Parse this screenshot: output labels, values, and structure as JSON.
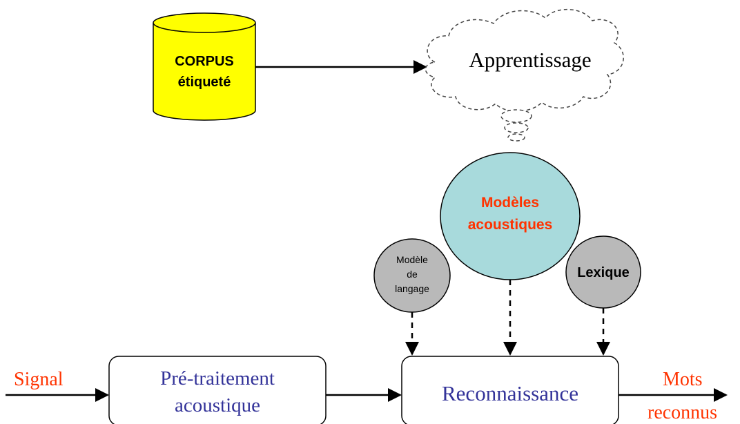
{
  "corpus": {
    "line1": "CORPUS",
    "line2": "étiqueté"
  },
  "apprentissage": {
    "label": "Apprentissage"
  },
  "modeles_acoustiques": {
    "line1": "Modèles",
    "line2": "acoustiques"
  },
  "modele_langage": {
    "line1": "Modèle",
    "line2": "de",
    "line3": "langage"
  },
  "lexique": {
    "label": "Lexique"
  },
  "signal": {
    "label": "Signal"
  },
  "pretraitement": {
    "line1": "Pré-traitement",
    "line2": "acoustique"
  },
  "reconnaissance": {
    "label": "Reconnaissance"
  },
  "mots": {
    "line1": "Mots",
    "line2": "reconnus"
  },
  "colors": {
    "cylinder_fill": "#ffff00",
    "circle_blue": "#a8dadc",
    "circle_gray": "#b9b9b9",
    "red_text": "#ff3300",
    "blue_text": "#333399",
    "black": "#000000"
  }
}
